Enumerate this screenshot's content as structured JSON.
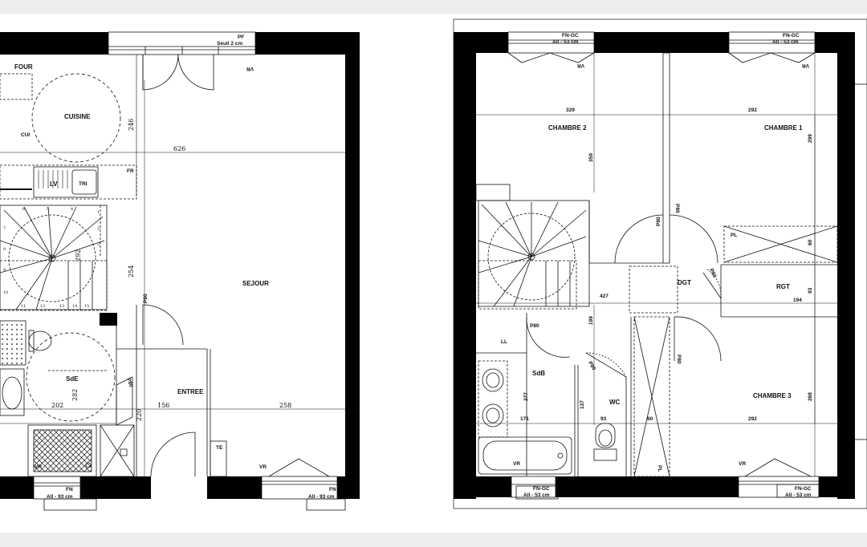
{
  "colors": {
    "band": "#eeeeee",
    "wall": "#000000",
    "line": "#111111",
    "background": "#ffffff"
  },
  "ground_floor": {
    "labels": {
      "four": "FOUR",
      "cuisine": "CUISINE",
      "cui": "CUI",
      "lv": "LV",
      "tri": "TRI",
      "fr": "FR",
      "sejour": "SEJOUR",
      "entree": "ENTREE",
      "sde": "SdE",
      "te": "TE",
      "p80_a": "P80",
      "p80_b": "P80",
      "pf": "PF",
      "seuil": "Seuil 2 cm",
      "vr_top": "VR",
      "vr_bl": "VR",
      "vr_br": "VR",
      "fn_l": "FN",
      "fn_r": "FN",
      "all_l": "All - 93 cm",
      "all_r": "All - 93 cm"
    },
    "dims": {
      "d626": "626",
      "d246": "246",
      "d254": "254",
      "d258": "258",
      "d156": "156",
      "d202": "202",
      "d220": "220",
      "d282": "282",
      "d292": "292"
    },
    "stair_numbers": [
      "1",
      "2",
      "3",
      "4",
      "5",
      "6",
      "7",
      "8",
      "9",
      "10",
      "11",
      "12",
      "13",
      "14",
      "15"
    ]
  },
  "upper_floor": {
    "labels": {
      "ch2": "CHAMBRE 2",
      "ch1": "CHAMBRE 1",
      "ch3": "CHAMBRE 3",
      "dgt": "DGT",
      "rgt": "RGT",
      "sdb": "SdB",
      "wc": "WC",
      "ll": "LL",
      "pl_a": "PL",
      "pl_b": "PL",
      "p80_1": "P80",
      "p80_2": "P80",
      "p80_3": "P80",
      "p80_4": "P80",
      "p80_5": "P80",
      "p80_6": "P80",
      "fngc_tl": "FN-GC",
      "all_tl": "All - 53 cm",
      "vr_tl": "VR",
      "fngc_tr": "FN-GC",
      "all_tr": "All - 53 cm",
      "vr_tr": "VR",
      "fngc_bl": "FN-GC",
      "all_bl": "All - 53 cm",
      "vr_bl": "VR",
      "fngc_br": "FN-GC",
      "all_br": "All - 53 cm",
      "vr_br": "VR"
    },
    "dims": {
      "d329": "329",
      "d292a": "292",
      "d359": "359",
      "d299": "299",
      "d60a": "60",
      "d93a": "93",
      "d194": "194",
      "d427": "427",
      "d199": "199",
      "d277": "277",
      "d137": "137",
      "d171": "171",
      "d93b": "93",
      "d60b": "60",
      "d292b": "292",
      "d268": "268"
    }
  }
}
